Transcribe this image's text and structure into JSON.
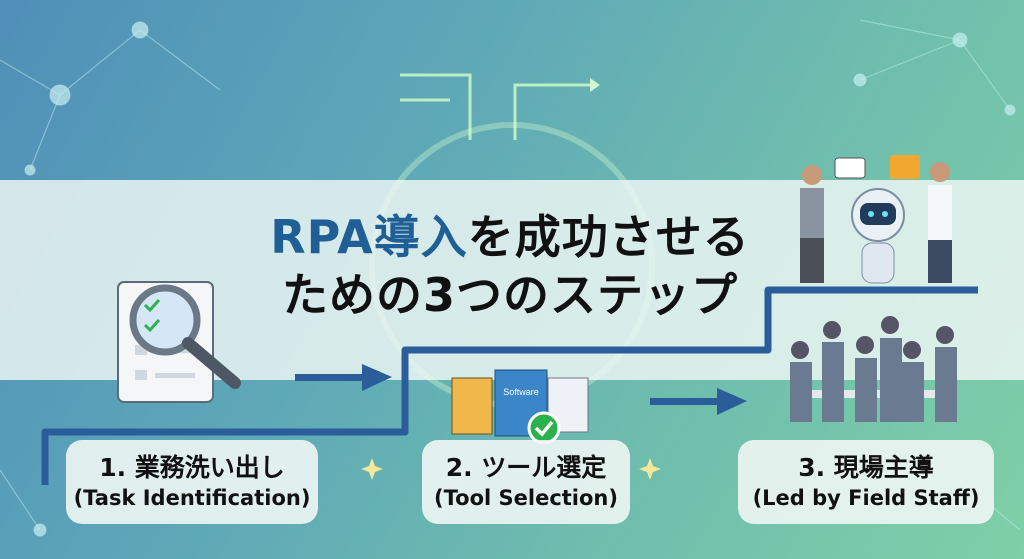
{
  "title": {
    "accent": "RPA導入",
    "line1_rest": "を成功させる",
    "line2": "ための3つのステップ"
  },
  "steps": [
    {
      "jp": "1. 業務洗い出し",
      "en": "(Task Identification)",
      "icon": "magnifier-checklist-icon"
    },
    {
      "jp": "2. ツール選定",
      "en": "(Tool Selection)",
      "icon": "software-boxes-icon",
      "box_text": "Software"
    },
    {
      "jp": "3. 現場主導",
      "en": "(Led by Field Staff)",
      "icon": "team-robot-icon"
    }
  ],
  "colors": {
    "accent": "#1f5f95",
    "stair": "#2b5d9a",
    "check": "#2bb24c"
  }
}
